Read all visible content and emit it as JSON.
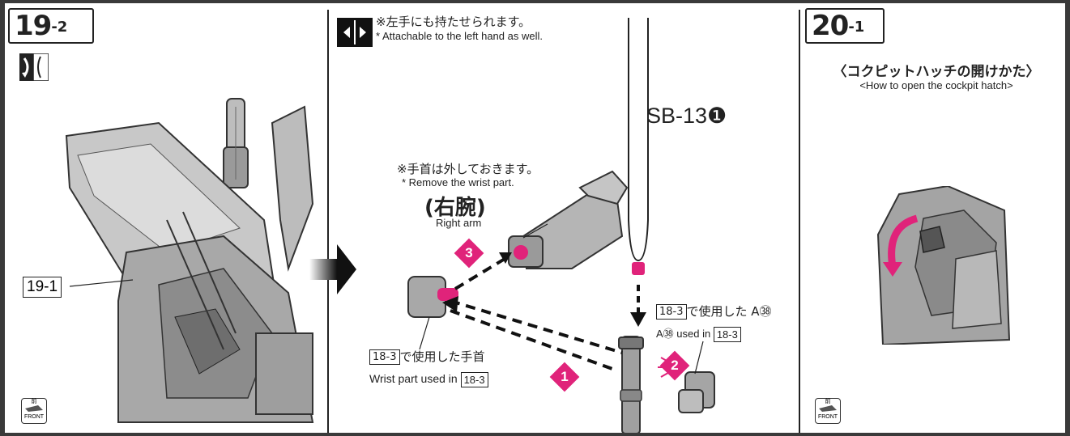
{
  "panel_left": {
    "step_main": "19",
    "step_sub": "-2",
    "ref_label": "19-1",
    "front_jp": "前",
    "front_en": "FRONT"
  },
  "panel_middle": {
    "note_jp": "※左手にも持たせられます。",
    "note_en": "* Attachable to the left hand as well.",
    "wrist_note_jp": "※手首は外しておきます。",
    "wrist_note_en": "* Remove the wrist part.",
    "right_arm_jp": "(右腕)",
    "right_arm_en": "Right arm",
    "part_label": "SB-13❶",
    "badge_1": "1",
    "badge_2": "2",
    "badge_3": "3",
    "wrist_ref": "18-3",
    "wrist_used_jp": "で使用した手首",
    "wrist_used_en": "Wrist part used in",
    "a_ref": "18-3",
    "a_used_jp": "で使用した A㊳",
    "a_used_en_prefix": "A㊳ used in",
    "a_used_en_ref": "18-3"
  },
  "panel_right": {
    "step_main": "20",
    "step_sub": "-1",
    "title_jp": "〈コクピットハッチの開けかた〉",
    "title_en": "<How to open the cockpit hatch>",
    "front_jp": "前",
    "front_en": "FRONT"
  },
  "colors": {
    "accent": "#e0237a",
    "ink": "#222222",
    "frame": "#3a3a3a"
  }
}
